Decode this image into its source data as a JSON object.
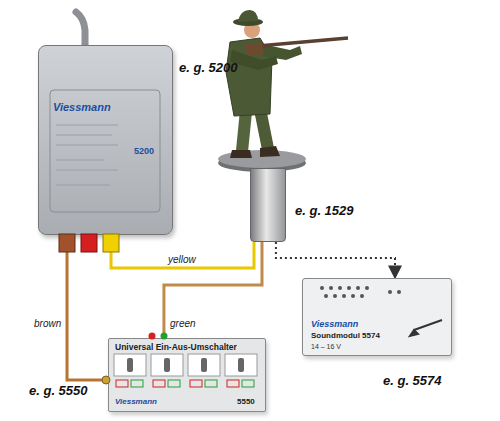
{
  "diagram": {
    "nodes": [
      {
        "text": [
          "e. g. 5200",
          "Viessmann",
          "5200"
        ]
      },
      {
        "text": [
          "e. g. 1529"
        ]
      },
      {
        "text": [
          "e. g. 5574",
          "Viessmann",
          "Soundmodul 5574",
          "14 – 16 V"
        ]
      },
      {
        "text": [
          "e. g. 5550",
          "Universal Ein-Aus-Umschalter",
          "Viessmann",
          "5550"
        ]
      }
    ],
    "edges": [
      {
        "from": 0,
        "to": 1,
        "label": "yellow",
        "arrow": "none"
      },
      {
        "from": 0,
        "to": 3,
        "label": "brown",
        "arrow": "none"
      },
      {
        "from": 3,
        "to": 1,
        "label": "green",
        "arrow": "none"
      },
      {
        "from": 1,
        "to": 2,
        "arrow": "to"
      }
    ]
  }
}
